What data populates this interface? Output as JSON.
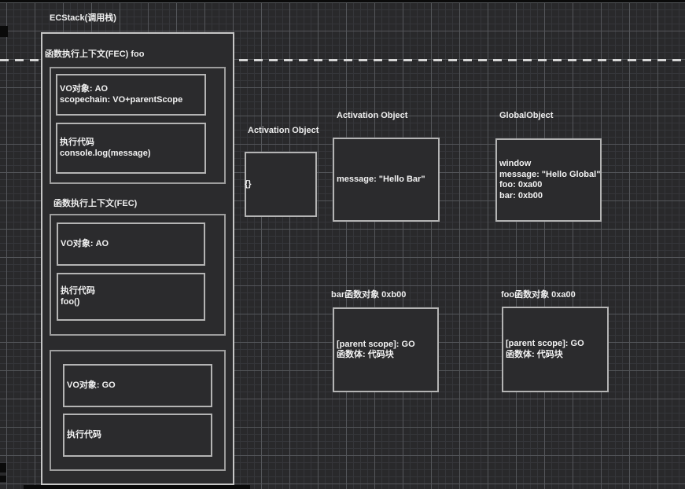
{
  "colors": {
    "canvas_bg": "#29292b",
    "grid_major": "#54565a",
    "shape_fill": "#2b2b2d",
    "shape_border": "#b4b4b4",
    "text": "#f2f2f2",
    "dashed_line": "#d6d6d6"
  },
  "ecstack": {
    "label": "ECStack(调用栈)",
    "fec_foo": {
      "label": "函数执行上下文(FEC) foo",
      "vo_box": {
        "lines": [
          "VO对象: AO",
          "scopechain: VO+parentScope"
        ]
      },
      "code_box": {
        "lines": [
          "执行代码",
          "console.log(message)"
        ]
      }
    },
    "fec": {
      "label": "函数执行上下文(FEC)",
      "vo_box": {
        "lines": [
          "VO对象: AO"
        ]
      },
      "code_box": {
        "lines": [
          "执行代码",
          "foo()"
        ]
      }
    },
    "global_ec": {
      "vo_box": {
        "lines": [
          "VO对象: GO"
        ]
      },
      "code_box": {
        "lines": [
          "执行代码"
        ]
      }
    }
  },
  "heap": {
    "ao_empty": {
      "label": "Activation Object",
      "lines": [
        "{}"
      ]
    },
    "ao_bar": {
      "label": "Activation Object",
      "lines": [
        "message: \"Hello Bar\""
      ]
    },
    "global_object": {
      "label": "GlobalObject",
      "lines": [
        "window",
        "message: \"Hello Global\"",
        "foo: 0xa00",
        "bar: 0xb00"
      ]
    },
    "bar_fn": {
      "label": "bar函数对象 0xb00",
      "lines": [
        "[parent scope]: GO",
        "函数体: 代码块"
      ]
    },
    "foo_fn": {
      "label": "foo函数对象 0xa00",
      "lines": [
        "[parent scope]: GO",
        "函数体: 代码块"
      ]
    }
  }
}
